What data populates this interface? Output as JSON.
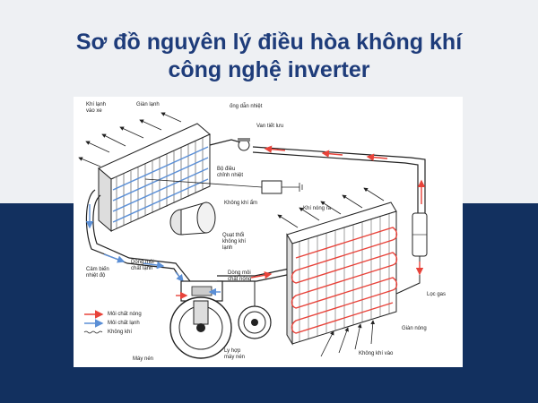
{
  "title": {
    "line1": "Sơ đồ nguyên lý điều hòa không khí",
    "line2": "công nghệ inverter"
  },
  "labels": {
    "khi_lanh_vao_xe_1": "Khí lạnh",
    "khi_lanh_vao_xe_2": "vào xe",
    "gian_lanh": "Giàn lạnh",
    "ong_dan_nhiet": "ống dẫn nhiệt",
    "van_tiet_luu": "Van tiết lưu",
    "bo_dieu_chinh_nhiet_1": "Bộ điều",
    "bo_dieu_chinh_nhiet_2": "chỉnh nhiệt",
    "khong_khi_am": "Không khí ẩm",
    "khi_nong_ra": "Khí nóng ra",
    "quat_thoi_1": "Quạt thổi",
    "quat_thoi_2": "không khí",
    "quat_thoi_3": "lạnh",
    "cam_bien_1": "Cảm biến",
    "cam_bien_2": "nhiệt độ",
    "dong_moi_chat_lanh_1": "Dòng môi",
    "dong_moi_chat_lanh_2": "chất lạnh",
    "dong_moi_chat_nong_1": "Dòng môi",
    "dong_moi_chat_nong_2": "chất nóng",
    "loc_ga": "Lọc gas",
    "gian_nong": "Giàn nóng",
    "khong_khi_vao": "Không khí vào",
    "may_nen": "Máy nén",
    "ly_hop_1": "Ly hợp",
    "ly_hop_2": "máy nén"
  },
  "legend": {
    "hot": "Môi chất nóng",
    "cold": "Môi chất lạnh",
    "air": "Không khí"
  },
  "colors": {
    "title": "#1e3c7a",
    "band_dark": "#12305f",
    "hot_flow": "#e8433a",
    "cold_flow": "#5b8fd6",
    "line": "#222222"
  }
}
